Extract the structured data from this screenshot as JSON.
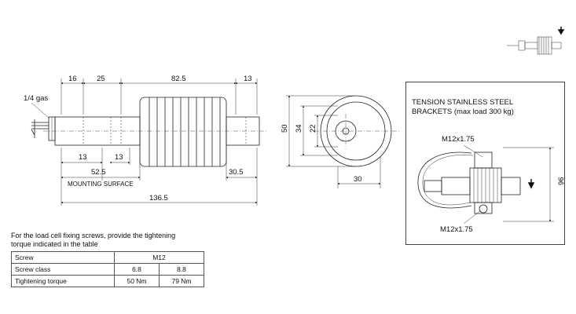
{
  "side_view": {
    "dim_16": "16",
    "dim_25": "25",
    "dim_82_5": "82.5",
    "dim_13_top": "13",
    "gas_label": "1/4 gas",
    "dim_13_a": "13",
    "dim_13_b": "13",
    "dim_52_5": "52.5",
    "dim_30_5": "30.5",
    "mounting_surface": "MOUNTING SURFACE",
    "dim_136_5": "136.5"
  },
  "end_view": {
    "dim_50": "50",
    "dim_34": "34",
    "dim_22": "22",
    "dim_30": "30"
  },
  "bracket": {
    "title_line1": "TENSION STAINLESS STEEL",
    "title_line2": "BRACKETS (max load 300 kg)",
    "screw_top": "M12x1.75",
    "screw_bottom": "M12x1.75",
    "dim_96": "96"
  },
  "torque_note": {
    "line1": "For the load cell fixing screws, provide the tightening",
    "line2": "torque indicated in the table"
  },
  "torque_table": {
    "header_label": "Screw",
    "header_value": "M12",
    "class_label": "Screw class",
    "class_a": "6.8",
    "class_b": "8.8",
    "torque_label": "Tightening torque",
    "torque_a": "50 Nm",
    "torque_b": "79 Nm"
  }
}
